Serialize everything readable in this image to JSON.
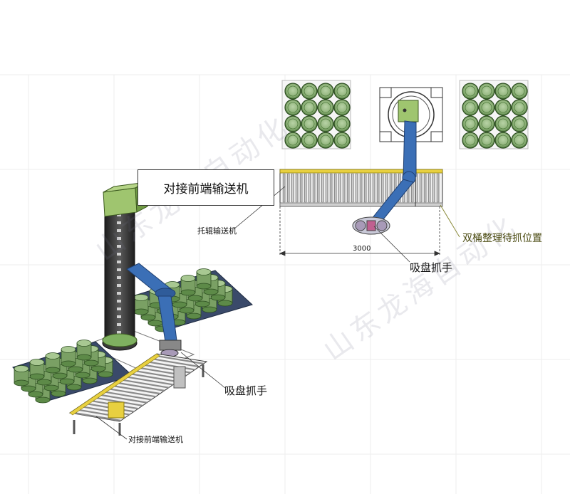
{
  "labels": {
    "front_conveyor_box": "对接前端输送机",
    "roller_conveyor": "托辊输送机",
    "dual_bucket_position": "双桶整理待抓位置",
    "dimension": "3000",
    "suction_gripper_top": "吸盘抓手",
    "suction_gripper_bottom": "吸盘抓手",
    "front_conveyor_bottom": "对接前端输送机"
  },
  "watermark": "山东龙海自动化",
  "colors": {
    "drum": "#8fb27a",
    "drum_dark": "#3f6d2e",
    "arm_blue": "#3b6fb6",
    "conveyor_yellow": "#e8d040",
    "column_dark": "#2b2b2b",
    "leader_olive": "#8a8a3a"
  }
}
